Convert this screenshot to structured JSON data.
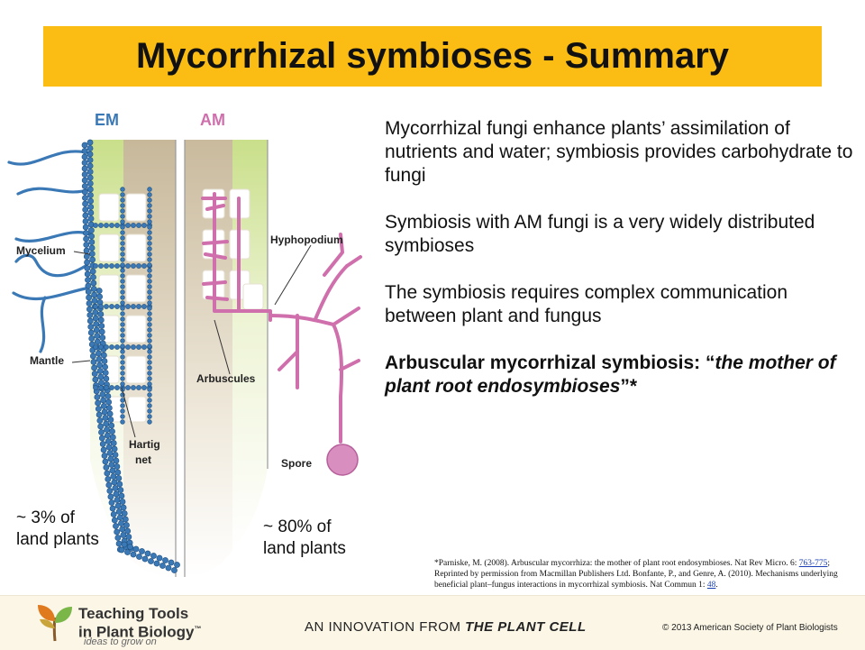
{
  "title": "Mycorrhizal symbioses - Summary",
  "diagram": {
    "em_label": "EM",
    "am_label": "AM",
    "em_color": "#3b79b6",
    "am_color": "#cf6fac",
    "labels": {
      "mycelium": "Mycelium",
      "mantle": "Mantle",
      "hartig1": "Hartig",
      "hartig2": "net",
      "hyphopodium": "Hyphopodium",
      "arbuscules": "Arbuscules",
      "spore": "Spore"
    },
    "em_percent_line1": "~ 3% of",
    "em_percent_line2": "land plants",
    "am_percent_line1": "~ 80% of",
    "am_percent_line2": "land plants"
  },
  "points": [
    "Mycorrhizal fungi enhance plants’ assimilation of nutrients and water; symbiosis provides carbohydrate to fungi",
    "Symbiosis with AM fungi is a very widely distributed symbioses",
    "The symbiosis requires complex communication between plant and fungus"
  ],
  "emphasis": {
    "prefix": "Arbuscular mycorrhizal symbiosis: “",
    "italic": "the mother of plant root endosymbioses",
    "suffix": "”*"
  },
  "citation": {
    "part1": "*Parniske, M. (2008). Arbuscular mycorrhiza: the mother of plant root endosymbioses. Nat Rev Micro. 6: ",
    "link1": "763-775",
    "part2": "; Reprinted by permission from Macmillan Publishers Ltd. Bonfante, P., and Genre, A. (2010). Mechanisms underlying beneficial plant–fungus interactions in mycorrhizal symbiosis. Nat Commun 1: ",
    "link2": "48",
    "part3": "."
  },
  "footer": {
    "brand_line1": "Teaching Tools",
    "brand_line2": "in Plant Biology",
    "trademark": "™",
    "tagline": "ideas to grow on",
    "innovation_prefix": "AN INNOVATION FROM ",
    "innovation_journal": "THE PLANT CELL",
    "copyright": "© 2013 American Society of Plant Biologists"
  }
}
